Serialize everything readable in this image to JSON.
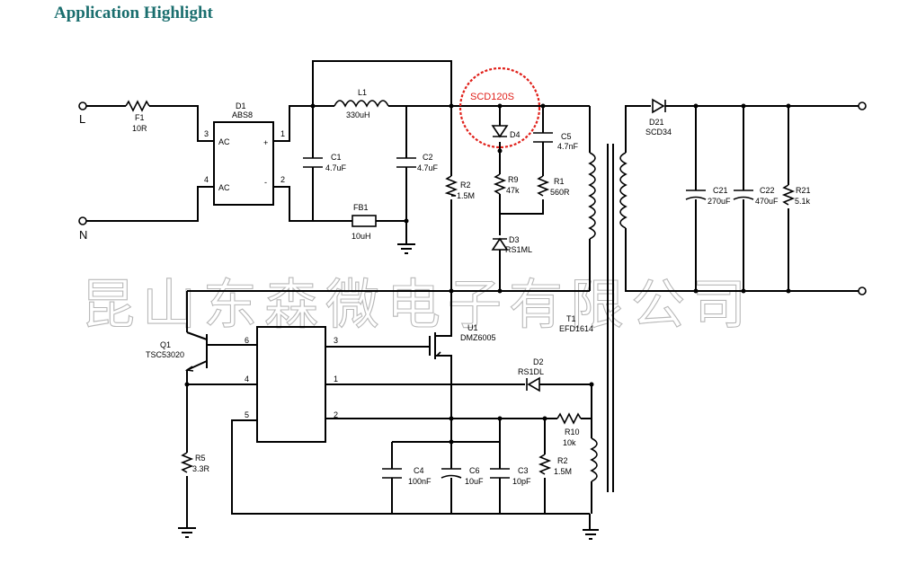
{
  "title": "Application Highlight",
  "watermark": "昆山东森微电子有限公司",
  "highlight": {
    "label": "SCD120S",
    "color": "#e0201a"
  },
  "terminals": {
    "line": "L",
    "neutral": "N"
  },
  "components": {
    "F1": {
      "ref": "F1",
      "value": "10R"
    },
    "D1": {
      "ref": "D1",
      "value": "ABS8"
    },
    "L1": {
      "ref": "L1",
      "value": "330uH"
    },
    "C1": {
      "ref": "C1",
      "value": "4.7uF"
    },
    "C2": {
      "ref": "C2",
      "value": "4.7uF"
    },
    "FB1": {
      "ref": "FB1",
      "value": "10uH"
    },
    "R2a": {
      "ref": "R2",
      "value": "1.5M"
    },
    "D4": {
      "ref": "D4",
      "value": ""
    },
    "C5": {
      "ref": "C5",
      "value": "4.7nF"
    },
    "R9": {
      "ref": "R9",
      "value": "47k"
    },
    "R1": {
      "ref": "R1",
      "value": "560R"
    },
    "D3": {
      "ref": "D3",
      "value": "RS1ML"
    },
    "T1": {
      "ref": "T1",
      "value": "EFD1614"
    },
    "D21": {
      "ref": "D21",
      "value": "SCD34"
    },
    "C21": {
      "ref": "C21",
      "value": "270uF"
    },
    "C22": {
      "ref": "C22",
      "value": "470uF"
    },
    "R21": {
      "ref": "R21",
      "value": "5.1k"
    },
    "Q1": {
      "ref": "Q1",
      "value": "TSC53020"
    },
    "U1": {
      "ref": "U1",
      "value": "DMZ6005"
    },
    "D2": {
      "ref": "D2",
      "value": "RS1DL"
    },
    "R10": {
      "ref": "R10",
      "value": "10k"
    },
    "R5": {
      "ref": "R5",
      "value": "3.3R"
    },
    "C4": {
      "ref": "C4",
      "value": "100nF"
    },
    "C6": {
      "ref": "C6",
      "value": "10uF"
    },
    "C3": {
      "ref": "C3",
      "value": "10pF"
    },
    "R2b": {
      "ref": "R2",
      "value": "1.5M"
    }
  },
  "pins": {
    "bridge": {
      "p3": "3",
      "p4": "4",
      "p1": "1",
      "p2": "2",
      "ac1": "AC",
      "ac2": "AC",
      "plus": "+",
      "minus": "-"
    },
    "ic": {
      "p6": "6",
      "p4": "4",
      "p5": "5",
      "p3": "3",
      "p1": "1",
      "p2": "2"
    }
  }
}
